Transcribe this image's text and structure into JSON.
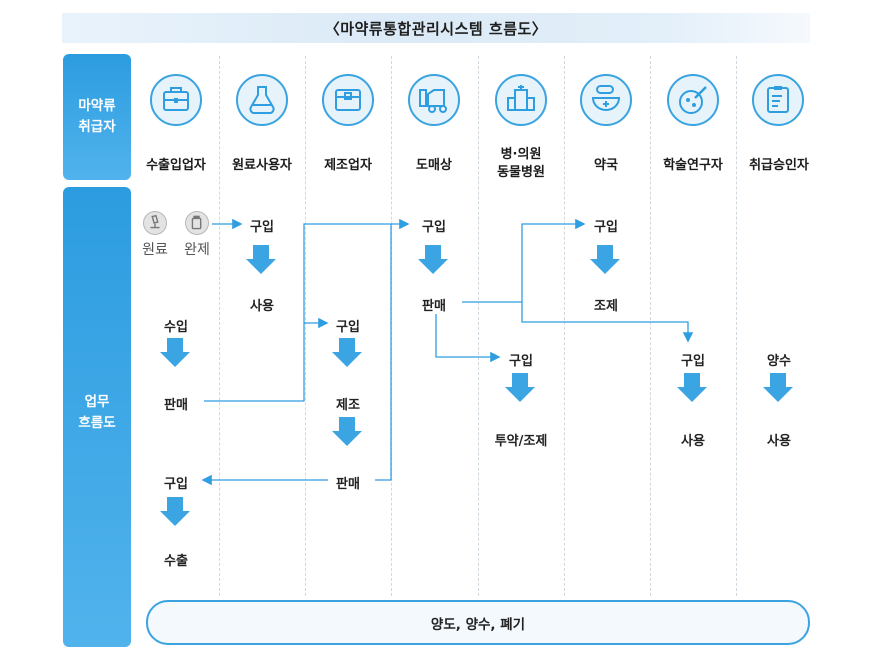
{
  "title": "〈마약류통합관리시스템 흐름도〉",
  "side": {
    "handler_line1": "마약류",
    "handler_line2": "취급자",
    "flow_line1": "업무",
    "flow_line2": "흐름도"
  },
  "columns": [
    {
      "label": "수출입업자",
      "icon": "briefcase-icon"
    },
    {
      "label": "원료사용자",
      "icon": "flask-icon"
    },
    {
      "label": "제조업자",
      "icon": "box-icon"
    },
    {
      "label": "도매상",
      "icon": "truck-icon"
    },
    {
      "label": "병·의원",
      "label2": "동물병원",
      "icon": "hospital-icon"
    },
    {
      "label": "약국",
      "icon": "pill-bowl-icon"
    },
    {
      "label": "학술연구자",
      "icon": "petri-dish-icon"
    },
    {
      "label": "취급승인자",
      "icon": "clipboard-icon"
    }
  ],
  "small_icons": {
    "raw": "원료",
    "finished": "완제"
  },
  "nodes": {
    "c0_import": "수입",
    "c0_sell": "판매",
    "c0_buy": "구입",
    "c0_export": "수출",
    "c1_buy": "구입",
    "c1_use": "사용",
    "c2_buy": "구입",
    "c2_make": "제조",
    "c2_sell": "판매",
    "c3_buy": "구입",
    "c3_sell": "판매",
    "c4_buy": "구입",
    "c4_dispense": "투약/조제",
    "c5_buy": "구입",
    "c5_prepare": "조제",
    "c6_buy": "구입",
    "c6_use": "사용",
    "c7_transfer": "양수",
    "c7_use": "사용"
  },
  "bottom": "양도, 양수, 폐기",
  "colors": {
    "accent": "#2f9ee0",
    "arrow": "#3ba4e2",
    "line": "#2f9ee0"
  }
}
